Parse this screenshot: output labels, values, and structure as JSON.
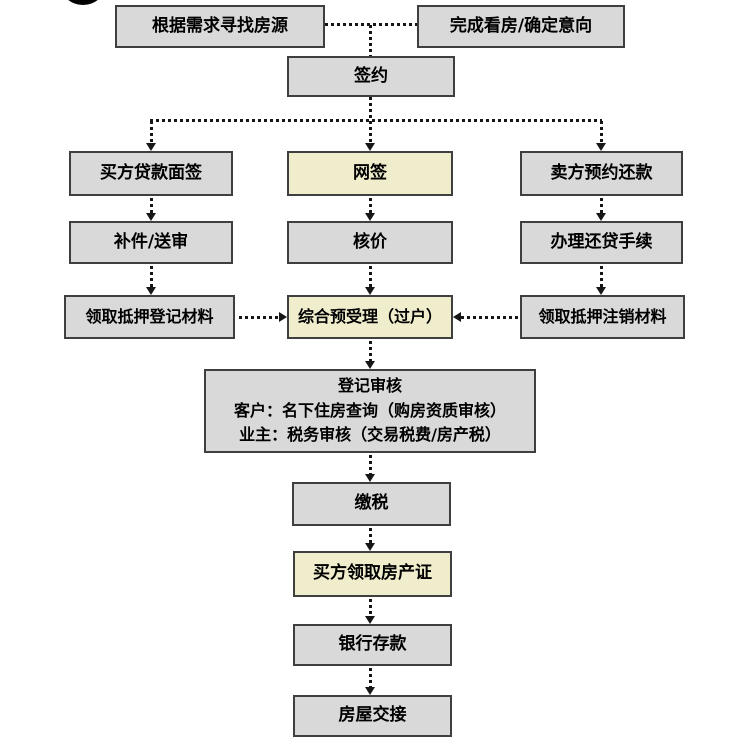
{
  "colors": {
    "background": "#ffffff",
    "node_fill": "#d9d9d9",
    "node_border": "#3f3f3f",
    "highlight_fill": "#f0edcd",
    "connector": "#161616",
    "decoration_circle": "#000000"
  },
  "flow": {
    "nodes": {
      "find_listing": {
        "label": "根据需求寻找房源"
      },
      "confirm_intent": {
        "label": "完成看房/确定意向"
      },
      "sign_contract": {
        "label": "签约"
      },
      "buyer_loan_interview": {
        "label": "买方贷款面签"
      },
      "online_sign": {
        "label": "网签",
        "highlight": true
      },
      "seller_repay_appt": {
        "label": "卖方预约还款"
      },
      "supplement_review": {
        "label": "补件/送审"
      },
      "price_verification": {
        "label": "核价"
      },
      "loan_repay_procedure": {
        "label": "办理还贷手续"
      },
      "mortgage_reg_materials": {
        "label": "领取抵押登记材料"
      },
      "pre_acceptance_transfer": {
        "label": "综合预受理（过户）",
        "highlight": true
      },
      "mortgage_cancel_materials": {
        "label": "领取抵押注销材料"
      },
      "registration_review": {
        "title": "登记审核",
        "line1": "客户：名下住房查询（购房资质审核）",
        "line2": "业主：税务审核（交易税费/房产税）"
      },
      "pay_tax": {
        "label": "缴税"
      },
      "buyer_get_certificate": {
        "label": "买方领取房产证",
        "highlight": true
      },
      "bank_deposit": {
        "label": "银行存款"
      },
      "house_handover": {
        "label": "房屋交接"
      }
    }
  }
}
